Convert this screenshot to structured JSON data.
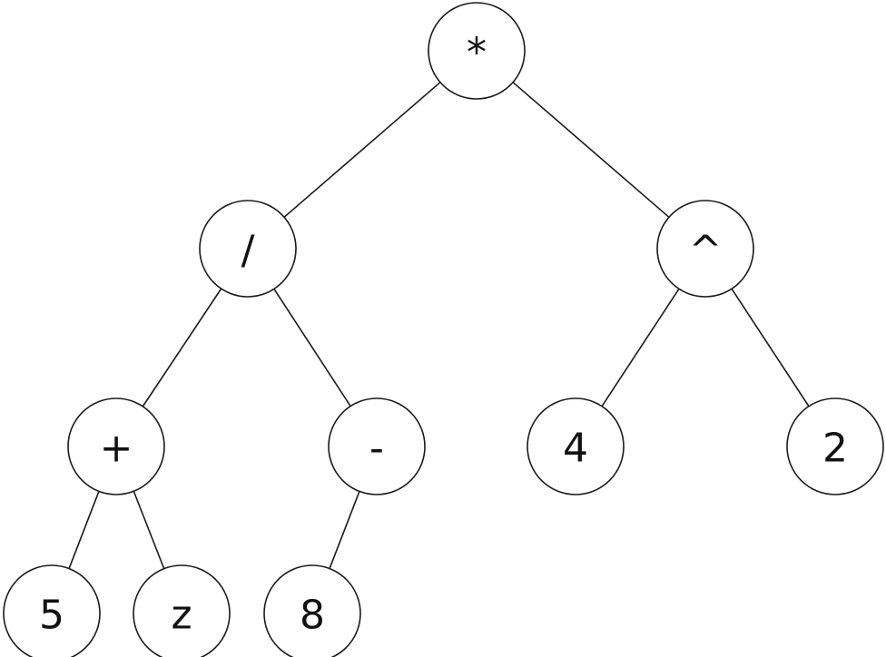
{
  "tree": {
    "nodes": [
      {
        "id": "root",
        "label": "*"
      },
      {
        "id": "div",
        "label": "/"
      },
      {
        "id": "pow",
        "label": "^"
      },
      {
        "id": "plus",
        "label": "+"
      },
      {
        "id": "minus",
        "label": "-"
      },
      {
        "id": "four",
        "label": "4"
      },
      {
        "id": "two",
        "label": "2"
      },
      {
        "id": "five",
        "label": "5"
      },
      {
        "id": "z",
        "label": "z"
      },
      {
        "id": "eight",
        "label": "8"
      }
    ],
    "edges": [
      [
        "root",
        "div"
      ],
      [
        "root",
        "pow"
      ],
      [
        "div",
        "plus"
      ],
      [
        "div",
        "minus"
      ],
      [
        "pow",
        "four"
      ],
      [
        "pow",
        "two"
      ],
      [
        "plus",
        "five"
      ],
      [
        "plus",
        "z"
      ],
      [
        "minus",
        "eight"
      ]
    ]
  }
}
